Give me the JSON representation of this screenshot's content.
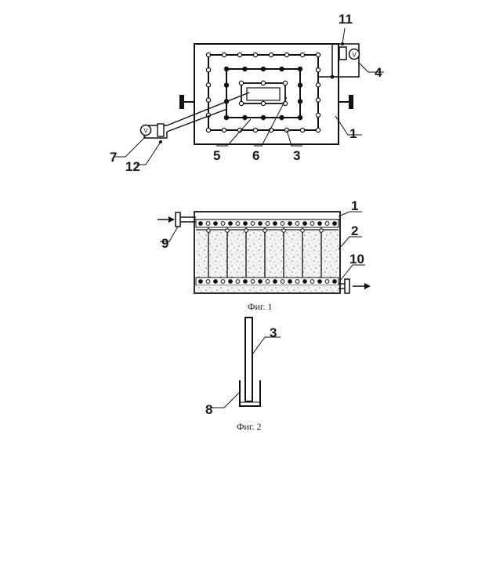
{
  "figure1": {
    "caption": "Фиг. 1",
    "labels": {
      "l1_top": "1",
      "l3_top": "3",
      "l4": "4",
      "l5": "5",
      "l6": "6",
      "l7": "7",
      "l11": "11",
      "l12": "12",
      "l1_side": "1",
      "l2": "2",
      "l9": "9",
      "l10": "10"
    },
    "voltmeter_symbol": "V"
  },
  "figure2": {
    "caption": "Фиг. 2",
    "labels": {
      "l3": "3",
      "l8": "8"
    }
  }
}
